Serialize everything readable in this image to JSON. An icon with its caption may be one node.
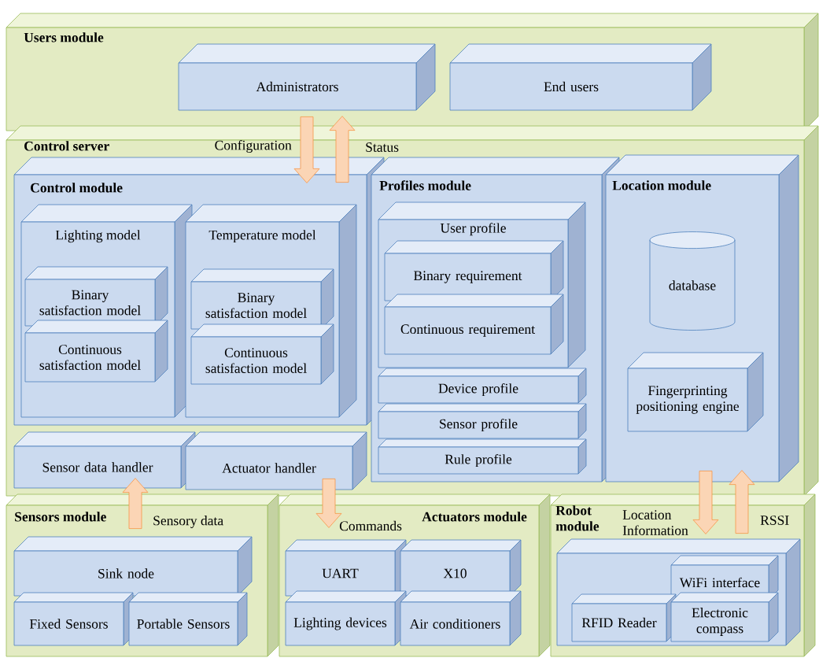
{
  "diagram": {
    "nodes": [
      {
        "text": [
          "Users module"
        ]
      },
      {
        "text": [
          "Administrators"
        ],
        "in": 0
      },
      {
        "text": [
          "End users"
        ],
        "in": 0
      },
      {
        "text": [
          "Control server"
        ]
      },
      {
        "text": [
          "Control module"
        ],
        "in": 3
      },
      {
        "text": [
          "Lighting model"
        ],
        "in": 4
      },
      {
        "text": [
          "Binary satisfaction model"
        ],
        "in": 5
      },
      {
        "text": [
          "Continuous satisfaction model"
        ],
        "in": 5
      },
      {
        "text": [
          "Temperature model"
        ],
        "in": 4
      },
      {
        "text": [
          "Binary satisfaction model"
        ],
        "in": 8
      },
      {
        "text": [
          "Continuous satisfaction model"
        ],
        "in": 8
      },
      {
        "text": [
          "Sensor data handler"
        ],
        "in": 3
      },
      {
        "text": [
          "Actuator handler"
        ],
        "in": 3
      },
      {
        "text": [
          "Profiles module"
        ],
        "in": 3
      },
      {
        "text": [
          "User profile"
        ],
        "in": 13
      },
      {
        "text": [
          "Binary requirement"
        ],
        "in": 14
      },
      {
        "text": [
          "Continuous requirement"
        ],
        "in": 14
      },
      {
        "text": [
          "Device profile"
        ],
        "in": 13
      },
      {
        "text": [
          "Sensor profile"
        ],
        "in": 13
      },
      {
        "text": [
          "Rule profile"
        ],
        "in": 13
      },
      {
        "text": [
          "Location module"
        ],
        "in": 3
      },
      {
        "text": [
          "database"
        ],
        "in": 20
      },
      {
        "text": [
          "Fingerprinting positioning engine"
        ],
        "in": 20
      },
      {
        "text": [
          "Sensors module"
        ]
      },
      {
        "text": [
          "Sink node"
        ],
        "in": 23
      },
      {
        "text": [
          "Fixed Sensors"
        ],
        "in": 23
      },
      {
        "text": [
          "Portable Sensors"
        ],
        "in": 23
      },
      {
        "text": [
          "Actuators module"
        ]
      },
      {
        "text": [
          "UART"
        ],
        "in": 27
      },
      {
        "text": [
          "X10"
        ],
        "in": 27
      },
      {
        "text": [
          "Lighting devices"
        ],
        "in": 27
      },
      {
        "text": [
          "Air conditioners"
        ],
        "in": 27
      },
      {
        "text": [
          "Robot module"
        ]
      },
      {
        "text": [],
        "shape": "box",
        "in": 32
      },
      {
        "text": [
          "WiFi interface"
        ],
        "in": 33
      },
      {
        "text": [
          "RFID Reader"
        ],
        "in": 33
      },
      {
        "text": [
          "Electronic compass"
        ],
        "in": 33
      }
    ],
    "edges": [
      {
        "from": 0,
        "to": 4,
        "arrow": "to",
        "label": "Configuration"
      },
      {
        "from": 4,
        "to": 0,
        "arrow": "to",
        "label": "Status"
      },
      {
        "from": 23,
        "to": 11,
        "arrow": "to",
        "label": "Sensory data"
      },
      {
        "from": 12,
        "to": 27,
        "arrow": "to",
        "label": "Commands"
      },
      {
        "from": 20,
        "to": 32,
        "arrow": "to",
        "label": "Location Information"
      },
      {
        "from": 32,
        "to": 20,
        "arrow": "to",
        "label": "RSSI"
      }
    ]
  }
}
